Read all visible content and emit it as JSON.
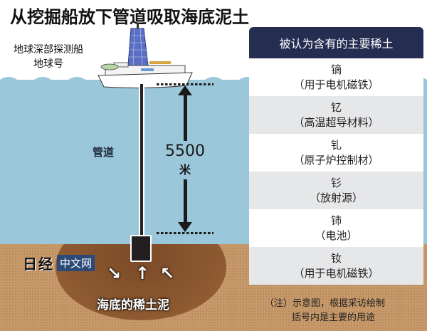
{
  "title": "从挖掘船放下管道吸取海底泥土",
  "ship": {
    "label_line1": "地球深部探测船",
    "label_line2": "地球号"
  },
  "pipe": {
    "label": "管道"
  },
  "depth": {
    "value": "5500",
    "unit": "米"
  },
  "mud": {
    "label": "海底的稀土泥",
    "arrows": [
      "↘",
      "↑",
      "↖"
    ]
  },
  "watermark": {
    "logo": "日经",
    "badge": "中文网"
  },
  "panel": {
    "header": "被认为含有的主要稀土",
    "rows": [
      {
        "element": "镝",
        "use": "（用于电机磁铁）"
      },
      {
        "element": "钇",
        "use": "（高温超导材料）"
      },
      {
        "element": "钆",
        "use": "（原子炉控制材）"
      },
      {
        "element": "钐",
        "use": "（放射源）"
      },
      {
        "element": "铈",
        "use": "（电池）"
      },
      {
        "element": "钕",
        "use": "（用于电机磁铁）"
      }
    ]
  },
  "note": {
    "line1": "（注）示意图，根据采访绘制",
    "line2": "括号内是主要的用途"
  },
  "colors": {
    "sea": "#9bc7db",
    "seabed": "#c8996a",
    "panel_header": "#252d50",
    "row_alt": "#e6e7e9"
  }
}
